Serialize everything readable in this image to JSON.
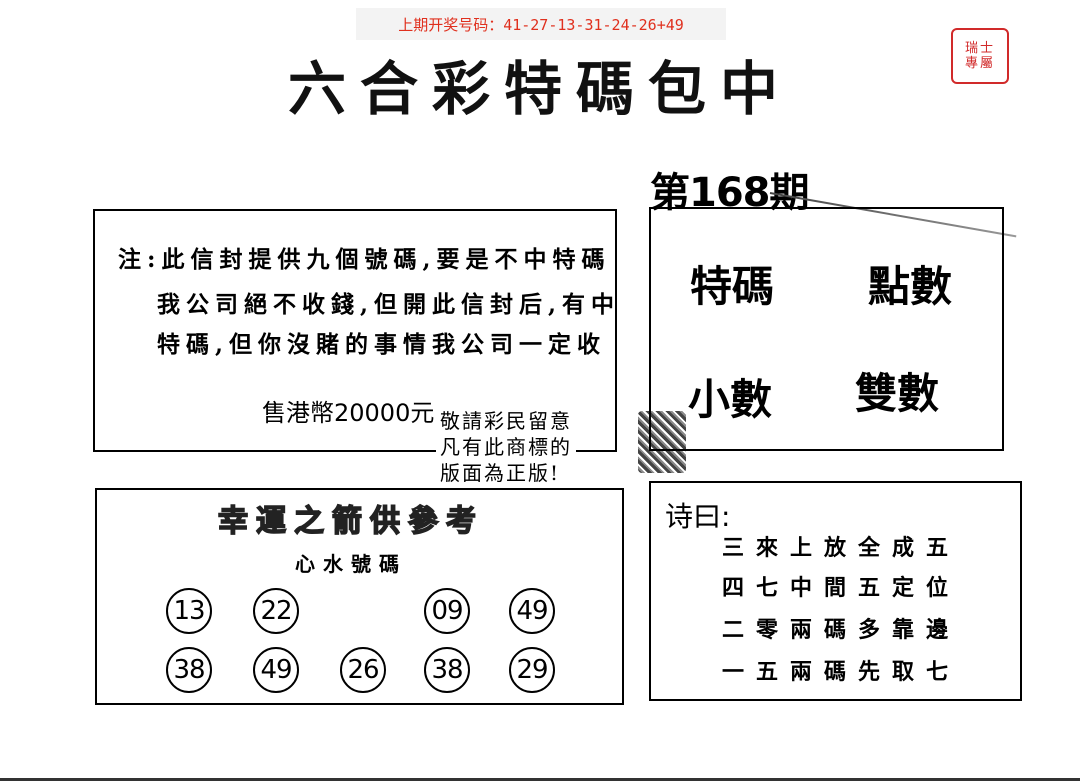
{
  "banner": "上期开奖号码：41-27-13-31-24-26+49",
  "seal": {
    "line1": "瑞士",
    "line2": "專屬"
  },
  "title": "六合彩特碼包中",
  "issue": "第168期",
  "note": {
    "lines": [
      "注:此信封提供九個號碼,要是不中特碼",
      "我公司絕不收錢,但開此信封后,有中",
      "特碼,但你沒賭的事情我公司一定收"
    ],
    "price": "售港幣20000元"
  },
  "notice": {
    "lines": [
      "敬請彩民留意",
      "凡有此商標的",
      "版面為正版!"
    ]
  },
  "attributes": [
    "特碼",
    "點數",
    "小數",
    "雙數"
  ],
  "lucky": {
    "title": "幸運之箭供參考",
    "subtitle": "心水號碼",
    "row1": [
      "13",
      "22",
      "",
      "09",
      "49"
    ],
    "row2": [
      "38",
      "49",
      "26",
      "38",
      "29"
    ]
  },
  "poem": {
    "label": "诗曰:",
    "lines": [
      "三來上放全成五",
      "四七中間五定位",
      "二零兩碼多靠邊",
      "一五兩碼先取七"
    ]
  },
  "colors": {
    "banner_text": "#e0301e",
    "seal": "#d12a2a"
  }
}
